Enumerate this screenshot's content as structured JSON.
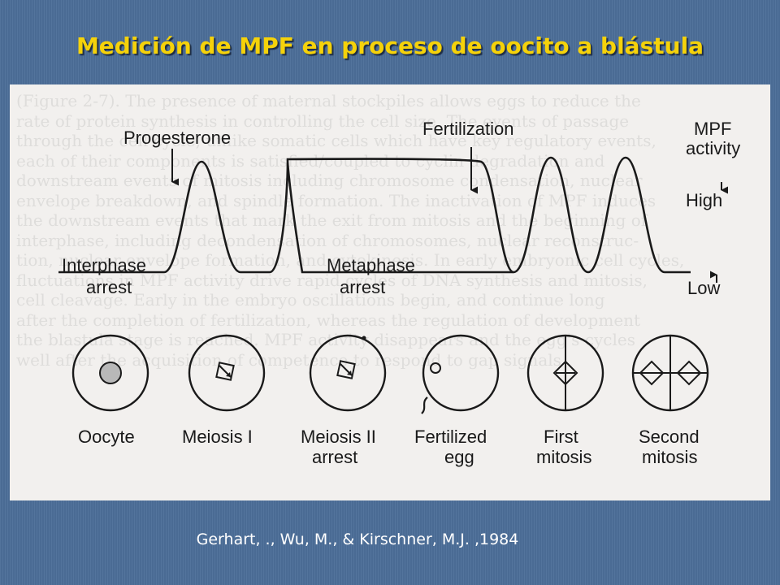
{
  "title": "Medición de MPF en proceso de oocito a blástula",
  "citation": "Gerhart, ., Wu, M., & Kirschner, M.J. ,1984",
  "colors": {
    "background": "#4d6f99",
    "title": "#f5d20a",
    "figure_bg": "#f2f0ee",
    "ink": "#1a1a1a"
  },
  "figure": {
    "background_text": [
      "(Figure 2-7). The presence of maternal stockpiles allows eggs to reduce the",
      "rate of protein synthesis in controlling the cell size. The events of passage",
      "through the cell cycle, unlike somatic cells which have key regulatory events,",
      "each of their components is satisfied/coupled to cyclin degradation and",
      "downstream events of mitosis including chromosome condensation, nuclear",
      "envelope breakdown, and spindle formation. The inactivation of MPF induces",
      "the downstream events that mark the exit from mitosis and the beginning of",
      "interphase, including decondensation of chromosomes, nuclear reconstruc-",
      "tion, nuclear envelope formation, and cytokinesis. In early embryonic cell cycles,",
      "fluctuations in MPF activity drive rapid cycles of DNA synthesis and mitosis,",
      "cell cleavage. Early in the embryo oscillations begin, and continue long",
      "after the completion of fertilization, whereas the regulation of development",
      "the blastula stage is reached. MPF activity disappears and the egg's cycles",
      "well after the acquisition of competence to respond to gap signals"
    ],
    "labels": {
      "progesterone": "Progesterone",
      "fertilization": "Fertilization",
      "mpf_activity_line1": "MPF",
      "mpf_activity_line2": "activity",
      "high": "High",
      "low": "Low",
      "interphase_line1": "Interphase",
      "interphase_line2": "arrest",
      "metaphase_line1": "Metaphase",
      "metaphase_line2": "arrest"
    },
    "stages": [
      {
        "line1": "Oocyte",
        "line2": ""
      },
      {
        "line1": "Meiosis I",
        "line2": ""
      },
      {
        "line1": "Meiosis II",
        "line2": "arrest"
      },
      {
        "line1": "Fertilized",
        "line2": "egg"
      },
      {
        "line1": "First",
        "line2": "mitosis"
      },
      {
        "line1": "Second",
        "line2": "mitosis"
      }
    ],
    "icons": {
      "cells": "cell-circle-icon",
      "arrows": "down-arrow-icon"
    }
  }
}
